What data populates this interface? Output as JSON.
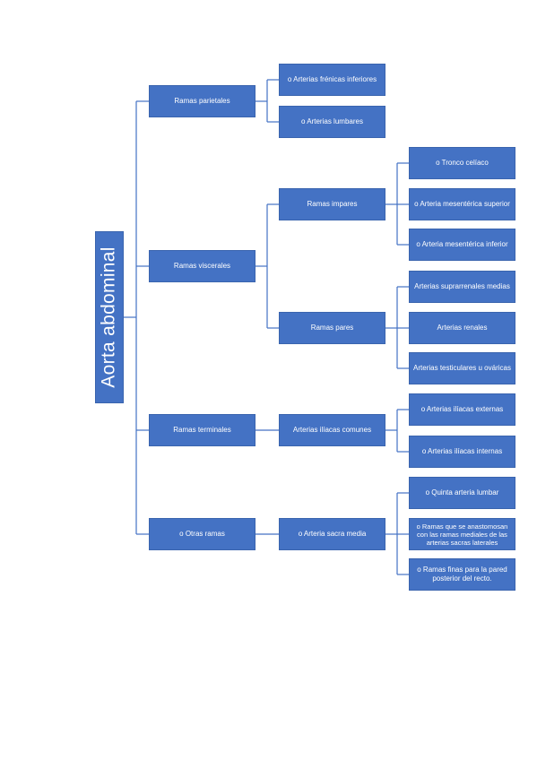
{
  "root": {
    "label": "Aorta abdominal"
  },
  "branches": {
    "parietal": {
      "label": "Ramas parietales",
      "children": [
        "o Arterias frénicas inferiores",
        "o Arterias lumbares"
      ]
    },
    "visceral": {
      "label": "Ramas viscerales",
      "impar": {
        "label": "Ramas impares",
        "children": [
          "o Tronco celíaco",
          "o Arteria mesentérica superior",
          "o Arteria mesentérica inferior"
        ]
      },
      "par": {
        "label": "Ramas pares",
        "children": [
          "Arterias suprarrenales medias",
          "Arterias renales",
          "Arterias testiculares u ováricas"
        ]
      }
    },
    "terminal": {
      "label": "Ramas terminales",
      "mid": {
        "label": "Arterias ilíacas comunes",
        "children": [
          "o Arterias ilíacas externas",
          "o Arterias ilíacas internas"
        ]
      }
    },
    "other": {
      "label": "o Otras ramas",
      "mid": {
        "label": "o Arteria sacra media",
        "children": [
          "o Quinta arteria lumbar",
          "o Ramas que se anastomosan con las ramas mediales de las arterias sacras laterales",
          "o Ramas finas para la pared posterior del recto."
        ]
      }
    }
  }
}
